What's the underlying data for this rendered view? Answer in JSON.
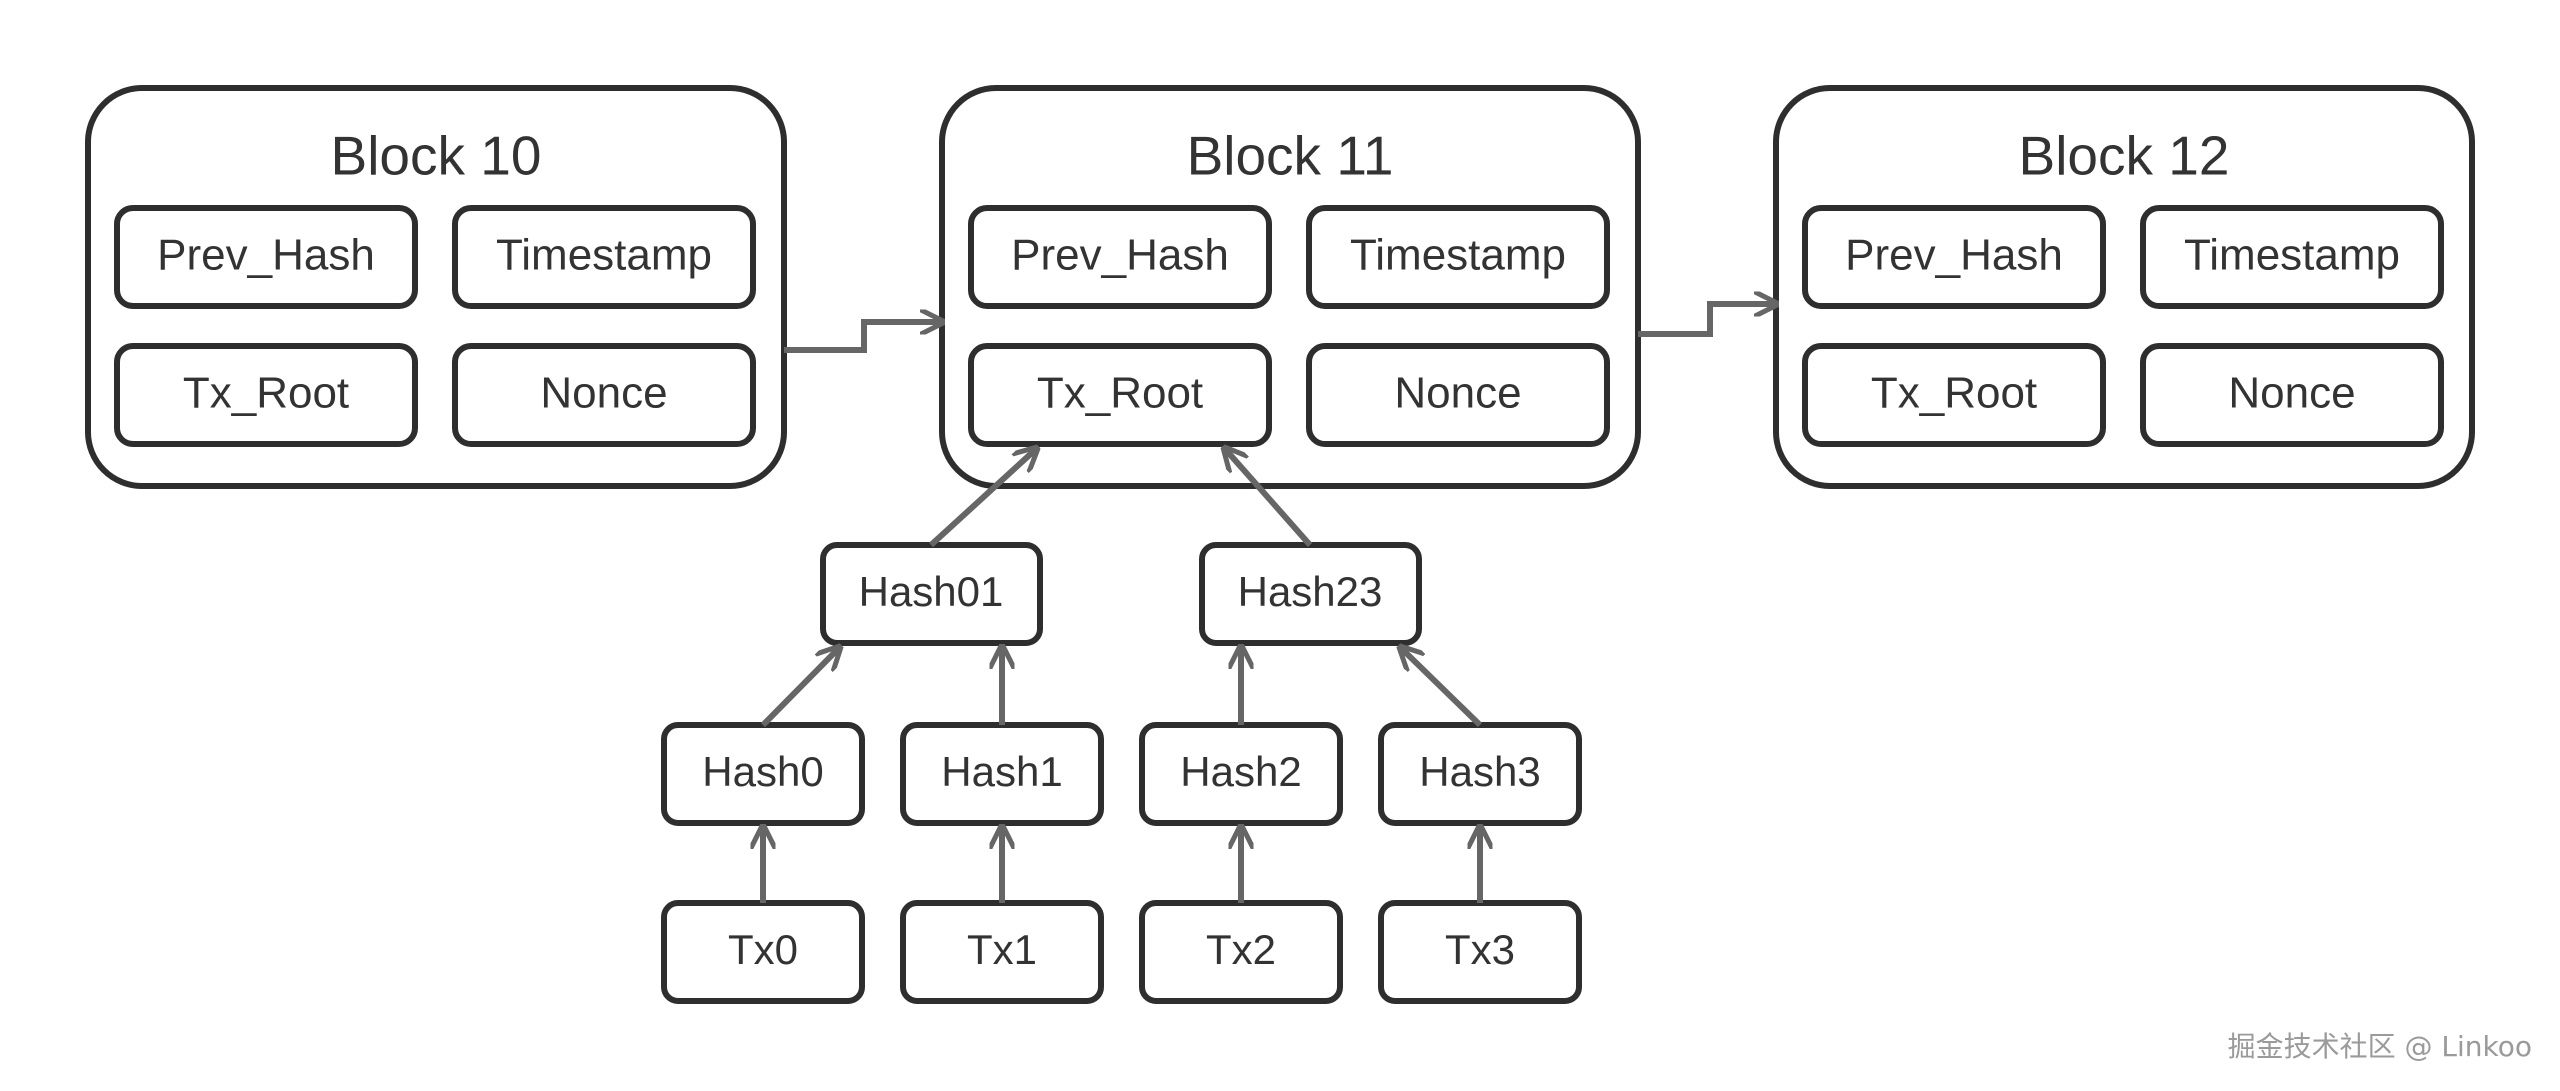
{
  "blocks": [
    {
      "title": "Block 10",
      "fields": {
        "prev_hash": "Prev_Hash",
        "timestamp": "Timestamp",
        "tx_root": "Tx_Root",
        "nonce": "Nonce"
      }
    },
    {
      "title": "Block 11",
      "fields": {
        "prev_hash": "Prev_Hash",
        "timestamp": "Timestamp",
        "tx_root": "Tx_Root",
        "nonce": "Nonce"
      }
    },
    {
      "title": "Block 12",
      "fields": {
        "prev_hash": "Prev_Hash",
        "timestamp": "Timestamp",
        "tx_root": "Tx_Root",
        "nonce": "Nonce"
      }
    }
  ],
  "merkle": {
    "level2": [
      "Hash01",
      "Hash23"
    ],
    "level1": [
      "Hash0",
      "Hash1",
      "Hash2",
      "Hash3"
    ],
    "leaves": [
      "Tx0",
      "Tx1",
      "Tx2",
      "Tx3"
    ]
  },
  "watermark": "掘金技术社区 @ Linkoo",
  "colors": {
    "box_stroke": "#2e2e2e",
    "arrow": "#666666",
    "text": "#333333"
  }
}
